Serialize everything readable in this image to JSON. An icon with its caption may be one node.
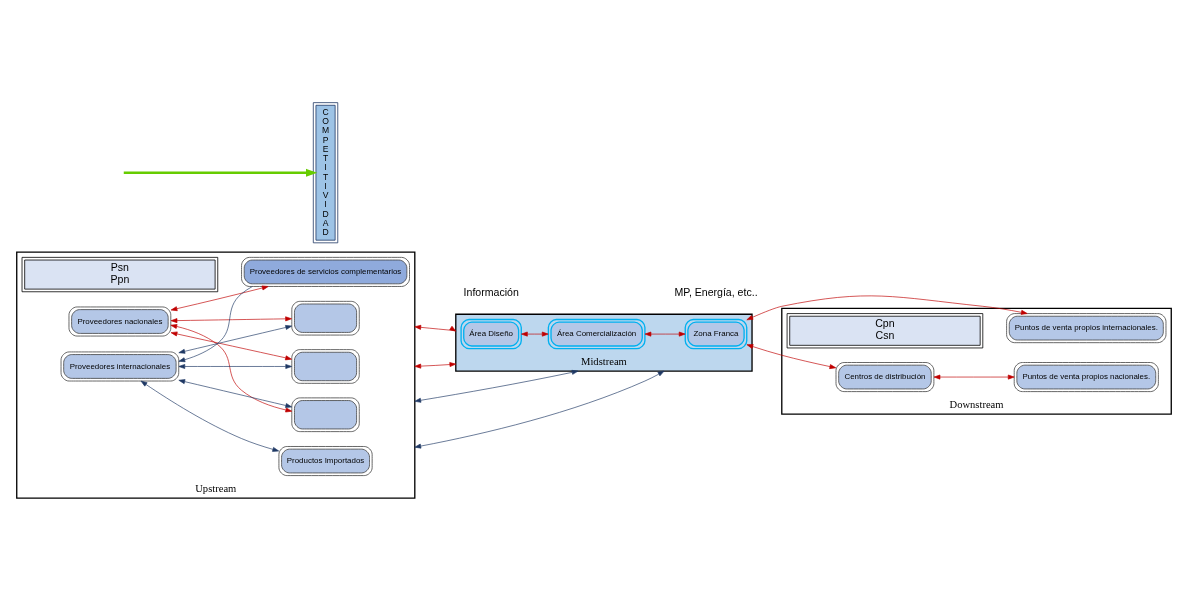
{
  "diagram": {
    "nodes": [
      {
        "text": [
          "Upstream"
        ]
      },
      {
        "text": [
          "Psn",
          "Ppn"
        ],
        "in": 0
      },
      {
        "text": [
          "Proveedores nacionales"
        ],
        "in": 0
      },
      {
        "text": [],
        "shape": "box",
        "in": 0
      },
      {
        "text": [
          "Proveedores de servicios complementarios"
        ],
        "in": 0
      },
      {
        "text": [],
        "shape": "box",
        "in": 0
      },
      {
        "text": [],
        "shape": "box",
        "in": 0
      },
      {
        "text": [
          "Proveedores internacionales"
        ],
        "in": 0
      },
      {
        "text": [
          "Productos Importados"
        ],
        "in": 0
      },
      {
        "text": [
          "Midstream"
        ]
      },
      {
        "text": [
          "Área Diseño"
        ],
        "in": 9
      },
      {
        "text": [
          "Área Comercialización"
        ],
        "in": 9
      },
      {
        "text": [
          "Zona Franca"
        ],
        "in": 9
      },
      {
        "text": [
          "Downstream"
        ]
      },
      {
        "text": [
          "Cpn",
          "Csn"
        ],
        "in": 13
      },
      {
        "text": [
          "Puntos de venta propios internacionales."
        ],
        "in": 13
      },
      {
        "text": [
          "Centros de distribución"
        ],
        "in": 13
      },
      {
        "text": [
          "Puntos de venta propios nacionales."
        ],
        "in": 13
      },
      {
        "text": [
          "COMPETITIVIDAD"
        ]
      }
    ],
    "edges": [
      {
        "from": 2,
        "to": 3,
        "arrow": "both"
      },
      {
        "from": 2,
        "to": 4,
        "arrow": "both"
      },
      {
        "from": 2,
        "to": 5,
        "arrow": "both"
      },
      {
        "from": 2,
        "to": 6,
        "arrow": "both"
      },
      {
        "from": 4,
        "to": 7,
        "arrow": "to",
        "color": "#1f3864"
      },
      {
        "from": 7,
        "to": 3,
        "arrow": "both",
        "color": "#1f3864"
      },
      {
        "from": 7,
        "to": 5,
        "arrow": "both",
        "color": "#1f3864"
      },
      {
        "from": 7,
        "to": 6,
        "arrow": "both",
        "color": "#1f3864"
      },
      {
        "from": 7,
        "to": 8,
        "arrow": "both",
        "color": "#1f3864"
      },
      {
        "from": 0,
        "to": 9,
        "arrow": "both"
      },
      {
        "from": 0,
        "to": 9,
        "arrow": "both"
      },
      {
        "from": 0,
        "to": 9,
        "arrow": "both",
        "color": "#1f3864"
      },
      {
        "from": 0,
        "to": 9,
        "arrow": "both",
        "color": "#1f3864"
      },
      {
        "from": 10,
        "to": 11,
        "arrow": "both"
      },
      {
        "from": 11,
        "to": 12,
        "arrow": "both"
      },
      {
        "from": 12,
        "to": 15,
        "arrow": "both"
      },
      {
        "from": 12,
        "to": 16,
        "arrow": "both"
      },
      {
        "from": 16,
        "to": 17,
        "arrow": "both"
      },
      {
        "from": null,
        "to": 18,
        "arrow": "to",
        "style": "thick",
        "color": "#66cc00"
      }
    ],
    "labels": [
      "Información",
      "MP, Energía, etc.."
    ]
  }
}
